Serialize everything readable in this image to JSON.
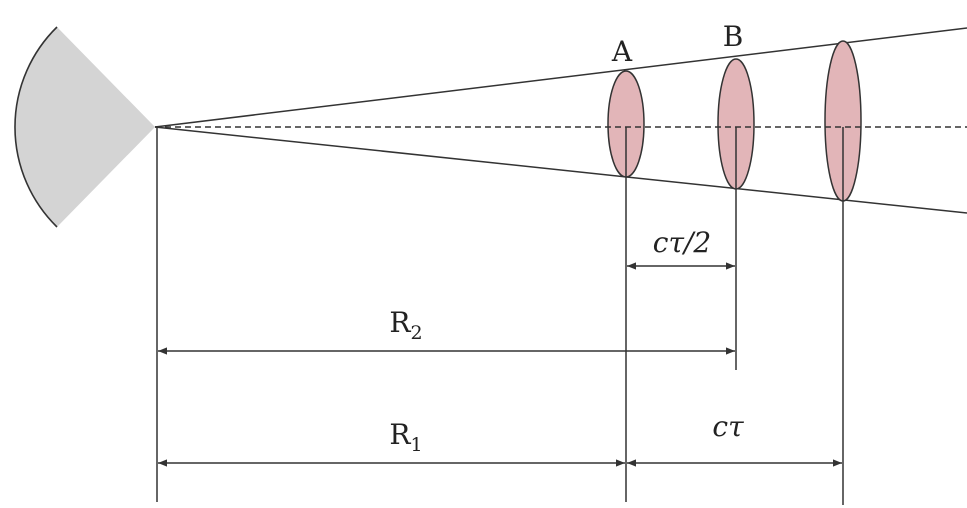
{
  "labels": {
    "point_a": "A",
    "point_b": "B",
    "half_pulse": "cτ/2",
    "r2_base": "R",
    "r2_sub": "2",
    "r1_base": "R",
    "r1_sub": "1",
    "pulse": "cτ"
  },
  "colors": {
    "antenna_fill": "#d4d4d4",
    "pulse_fill": "#e2b5b8",
    "line": "#333333"
  }
}
